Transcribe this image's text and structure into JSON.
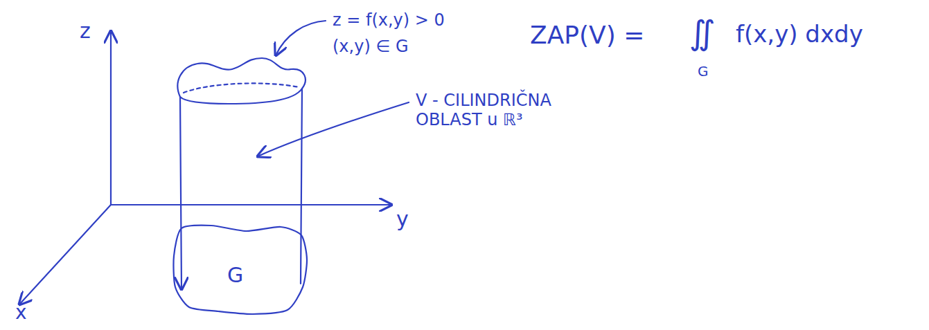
{
  "diagram": {
    "nodes": [
      {
        "text": [
          "G"
        ]
      }
    ],
    "edges": [],
    "labels": [
      "z",
      "y",
      "x",
      "z = f(x,y) > 0",
      "(x,y) ∈ G",
      "ZAP(V) =",
      "∬",
      "G",
      "f(x,y) dxdy",
      "V - CILINDRIČNA OBLAST u ℝ³"
    ]
  }
}
